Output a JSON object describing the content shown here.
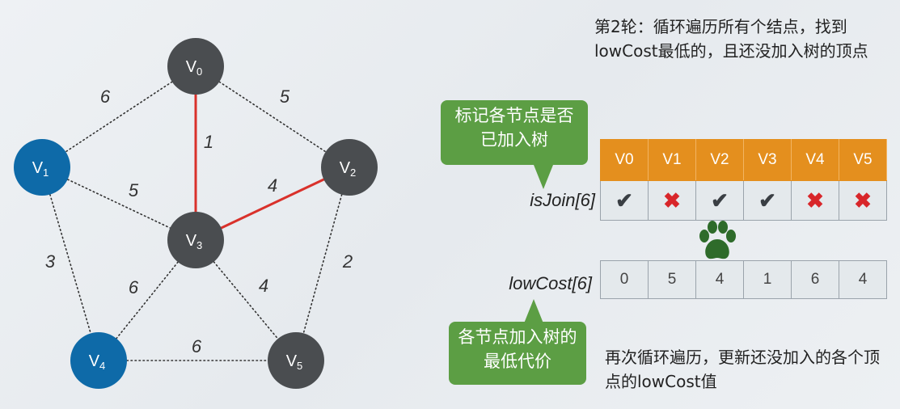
{
  "graph": {
    "nodes": [
      {
        "id": "V0",
        "sub": "0",
        "color": "#4a4d50"
      },
      {
        "id": "V1",
        "sub": "1",
        "color": "#0e6aa8"
      },
      {
        "id": "V2",
        "sub": "2",
        "color": "#4a4d50"
      },
      {
        "id": "V3",
        "sub": "3",
        "color": "#4a4d50"
      },
      {
        "id": "V4",
        "sub": "4",
        "color": "#0e6aa8"
      },
      {
        "id": "V5",
        "sub": "5",
        "color": "#4a4d50"
      }
    ],
    "edges": [
      {
        "from": "V0",
        "to": "V1",
        "weight": "6",
        "highlight": false
      },
      {
        "from": "V0",
        "to": "V2",
        "weight": "5",
        "highlight": false
      },
      {
        "from": "V0",
        "to": "V3",
        "weight": "1",
        "highlight": true
      },
      {
        "from": "V1",
        "to": "V3",
        "weight": "5",
        "highlight": false
      },
      {
        "from": "V3",
        "to": "V2",
        "weight": "4",
        "highlight": true
      },
      {
        "from": "V1",
        "to": "V4",
        "weight": "3",
        "highlight": false
      },
      {
        "from": "V2",
        "to": "V5",
        "weight": "2",
        "highlight": false
      },
      {
        "from": "V3",
        "to": "V4",
        "weight": "6",
        "highlight": false
      },
      {
        "from": "V3",
        "to": "V5",
        "weight": "4",
        "highlight": false
      },
      {
        "from": "V4",
        "to": "V5",
        "weight": "6",
        "highlight": false
      }
    ],
    "highlight_color": "#d9312b"
  },
  "notes": {
    "top": "第2轮：循环遍历所有个结点，找到lowCost最低的，且还没加入树的顶点",
    "bottom": "再次循环遍历，更新还没加入的各个顶点的lowCost值"
  },
  "bubbles": {
    "is_join": "标记各节点是否已加入树",
    "low_cost": "各节点加入树的最低代价"
  },
  "arrays": {
    "is_join_label": "isJoin[6]",
    "low_cost_label": "lowCost[6]",
    "headers": [
      "V0",
      "V1",
      "V2",
      "V3",
      "V4",
      "V5"
    ],
    "is_join": [
      "✔",
      "✖",
      "✔",
      "✔",
      "✖",
      "✖"
    ],
    "low_cost": [
      "0",
      "5",
      "4",
      "1",
      "6",
      "4"
    ]
  },
  "colors": {
    "header": "#e48f1e",
    "bubble": "#5c9e44",
    "paw": "#2e6b2a"
  },
  "icons": {
    "paw": "paw-icon"
  }
}
